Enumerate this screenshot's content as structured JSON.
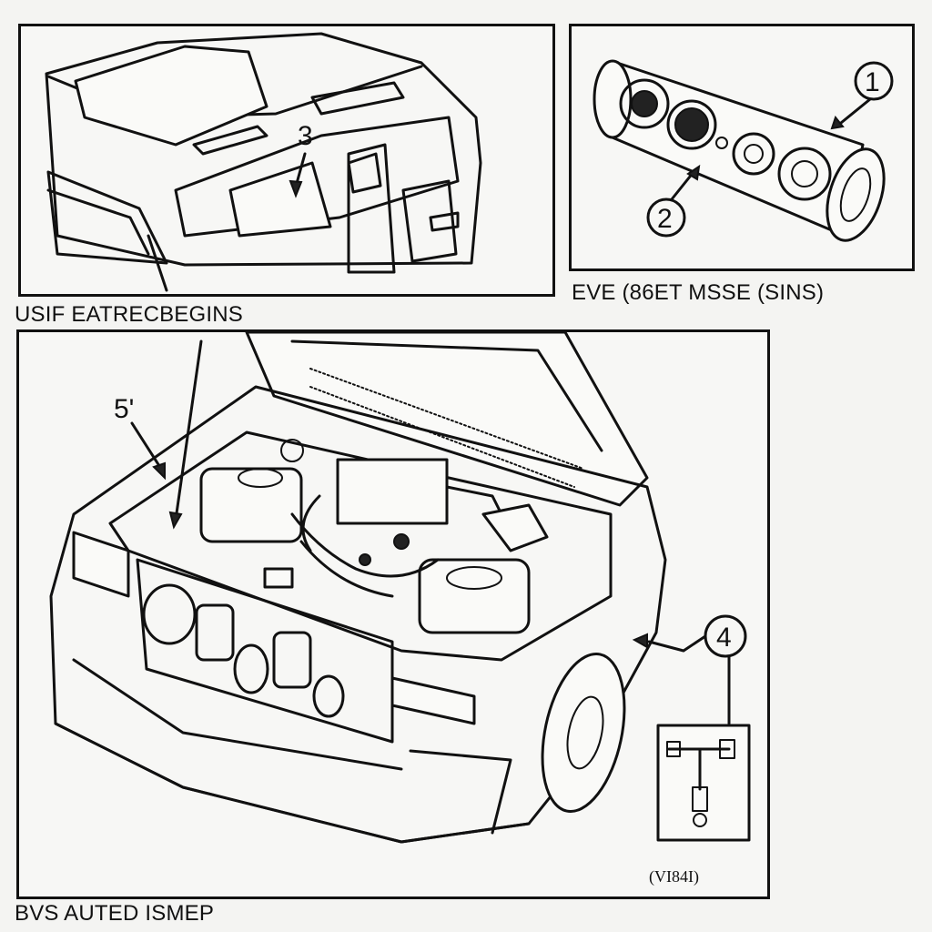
{
  "captions": {
    "top_left": "USIF EATRECBEGINS",
    "top_right": "EVE (86ET MSSE (SINS)",
    "bottom_left": "BVS AUTED ISMEP",
    "main_code": "(VI84I)"
  },
  "callouts": {
    "c1": "1",
    "c2": "2",
    "c3": "3",
    "c4": "4",
    "c5": "5'"
  }
}
